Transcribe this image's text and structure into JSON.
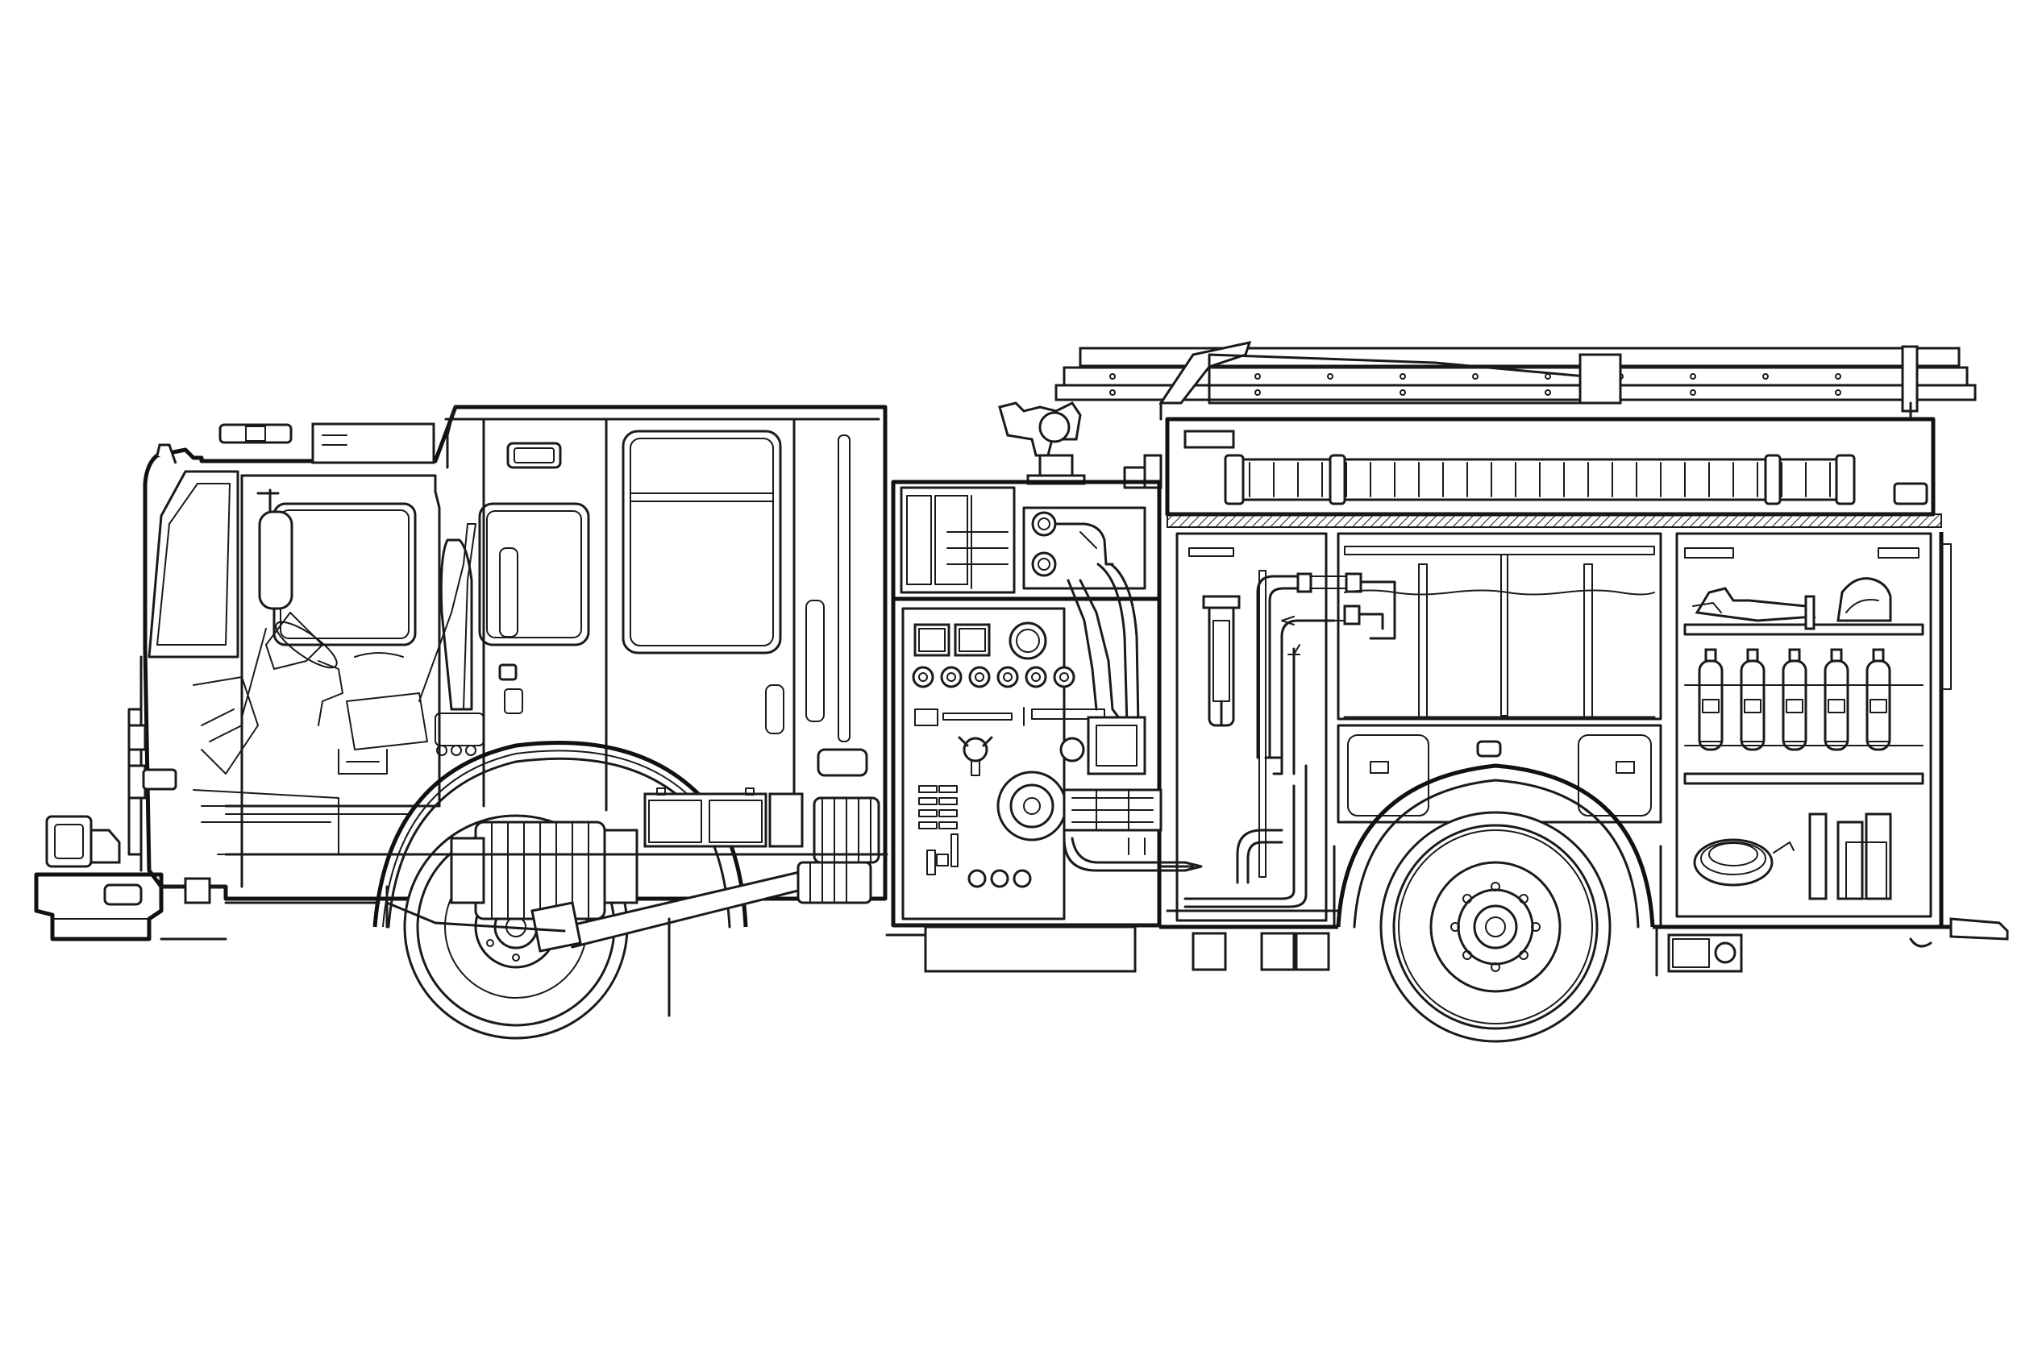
{
  "colors": {
    "background": "#ffffff",
    "line": "#1a1a1a"
  },
  "drawing": {
    "subject": "fire-engine-cutaway",
    "view": "side",
    "style": "line-art"
  }
}
